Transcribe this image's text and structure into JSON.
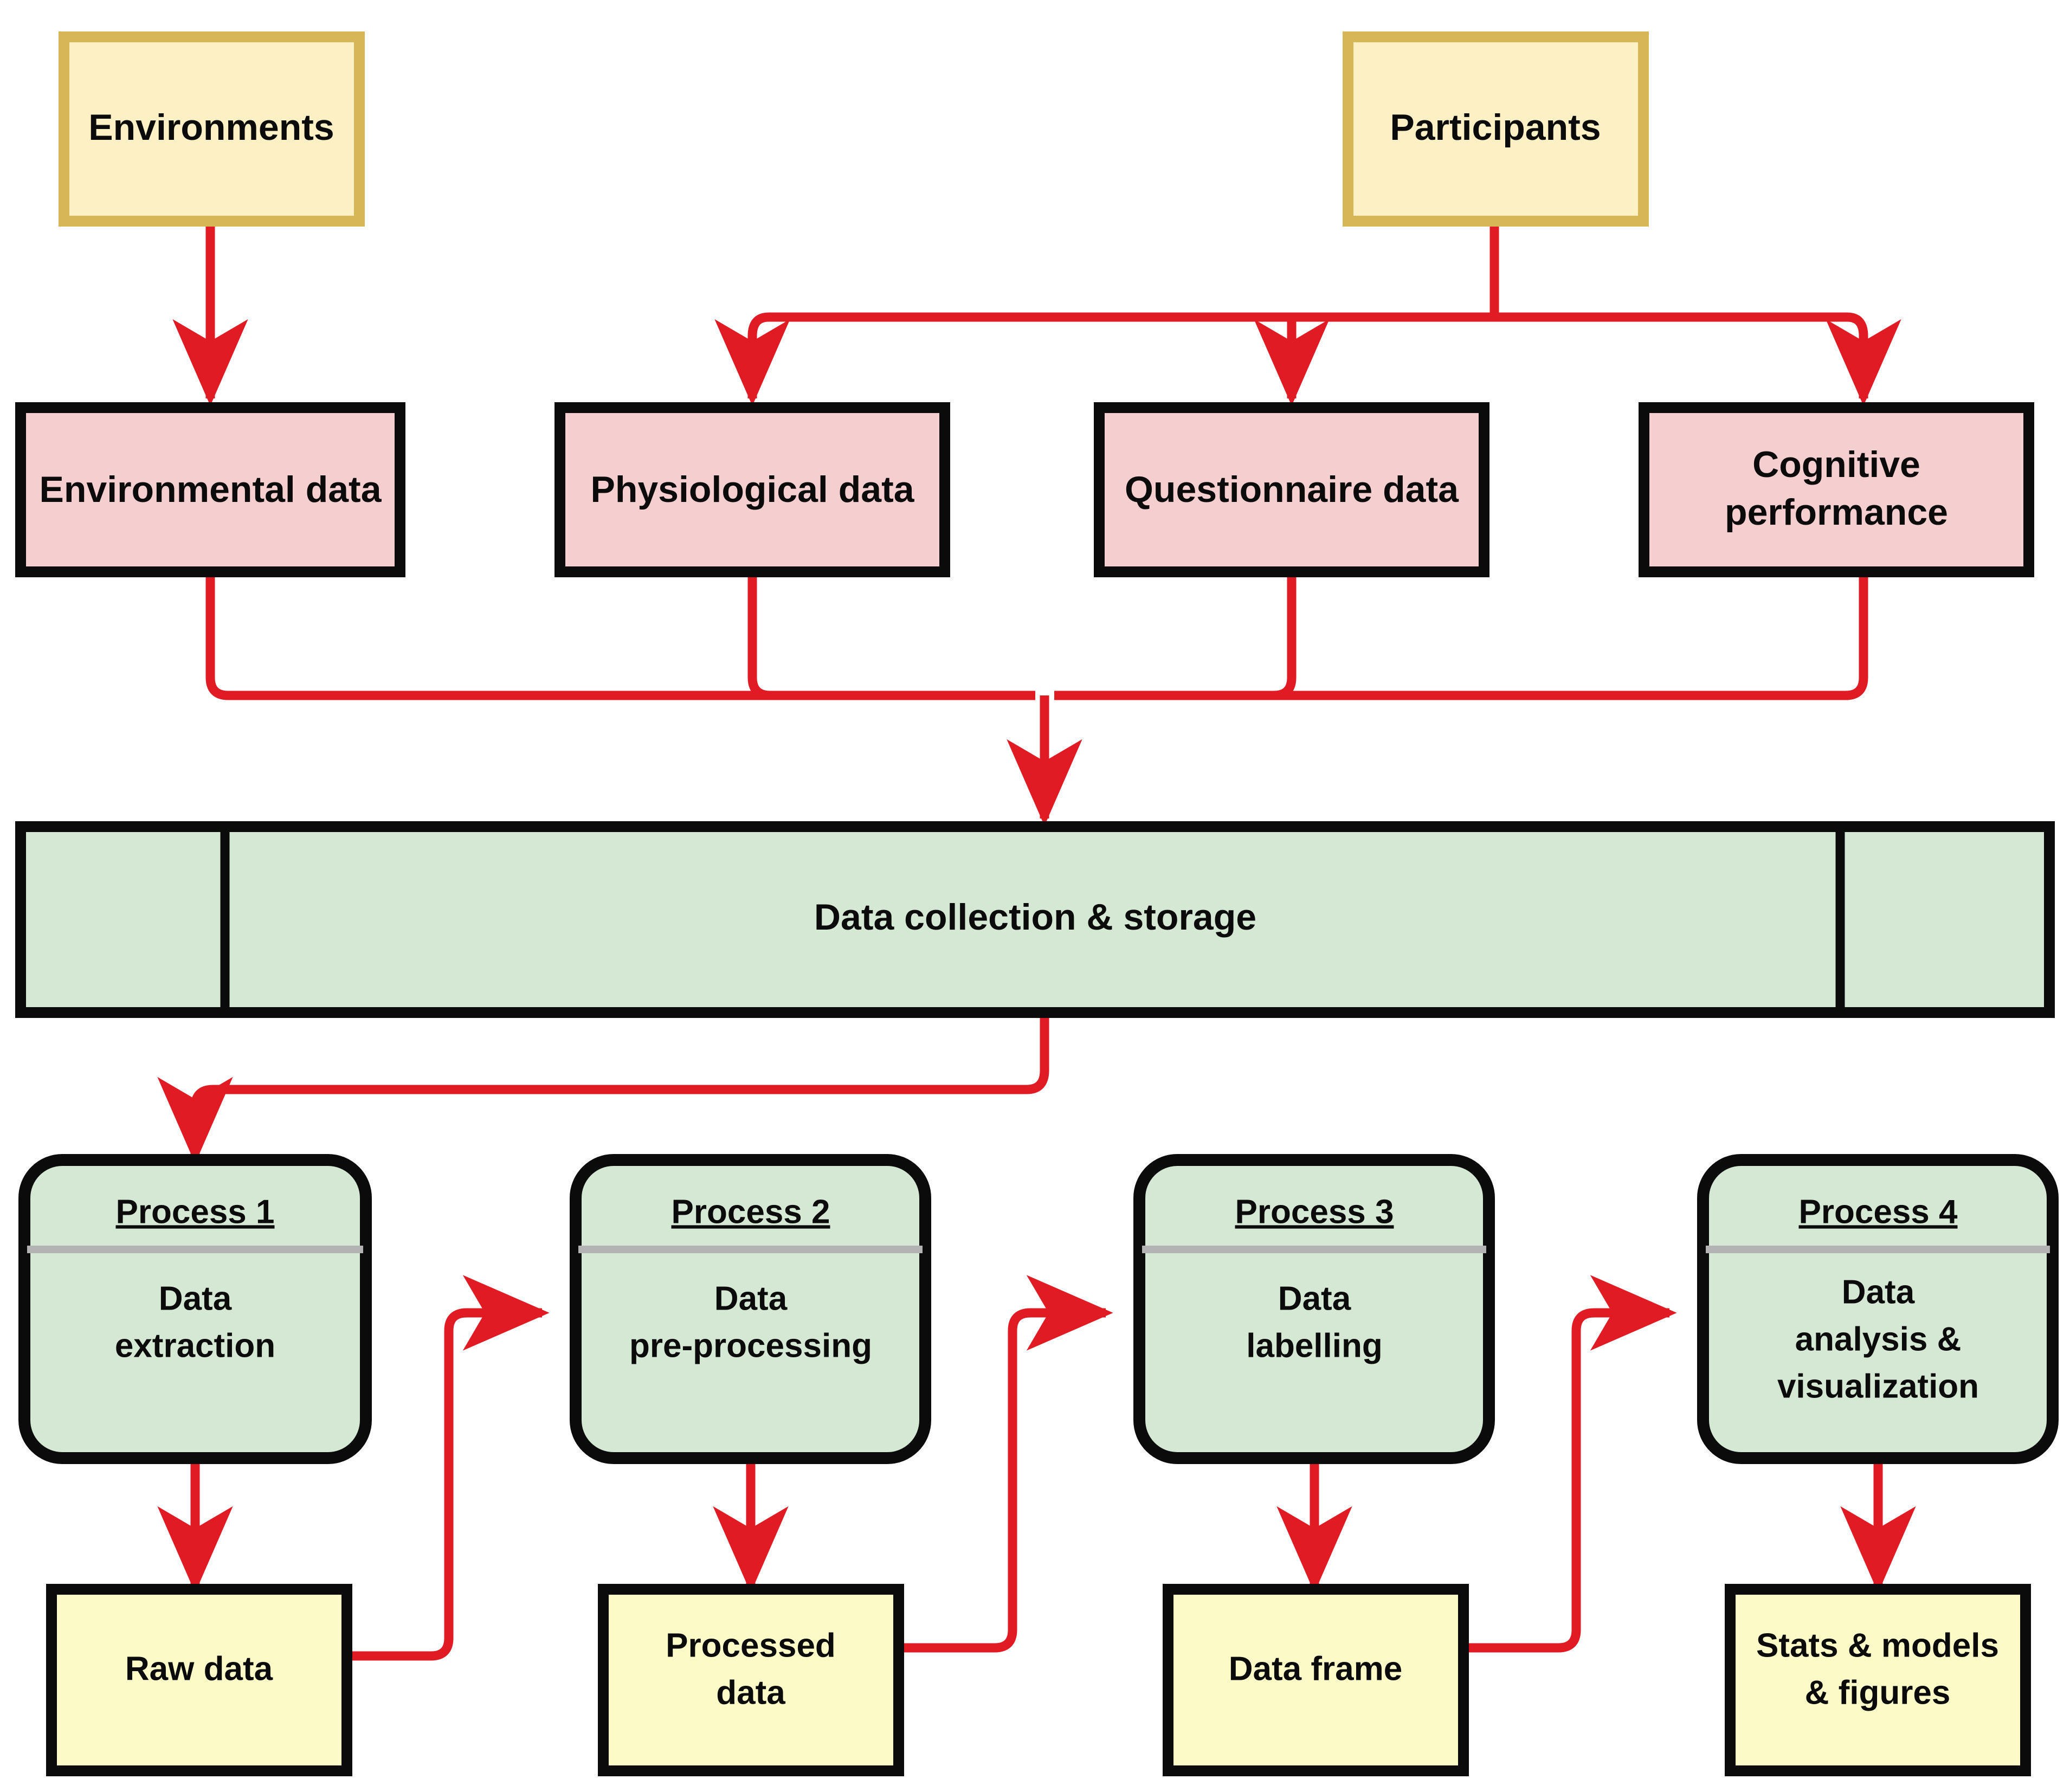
{
  "colors": {
    "source_fill": "#fdf0c4",
    "source_stroke": "#d6b656",
    "data_fill": "#f5cfcf",
    "data_stroke": "#0b0b0b",
    "storage_fill": "#d5e8d4",
    "storage_stroke": "#0b0b0b",
    "process_fill": "#d5e8d4",
    "process_stroke": "#0b0b0b",
    "artifact_fill": "#fcfbc8",
    "artifact_stroke": "#0b0b0b",
    "arrow": "#e01b24",
    "divider": "#b3b3b3"
  },
  "sources": [
    {
      "id": "environments",
      "label": "Environments"
    },
    {
      "id": "participants",
      "label": "Participants"
    }
  ],
  "data_nodes": [
    {
      "id": "environmental-data",
      "lines": [
        "Environmental data"
      ]
    },
    {
      "id": "physiological-data",
      "lines": [
        "Physiological data"
      ]
    },
    {
      "id": "questionnaire-data",
      "lines": [
        "Questionnaire data"
      ]
    },
    {
      "id": "cognitive-performance",
      "lines": [
        "Cognitive",
        "performance"
      ]
    }
  ],
  "storage": {
    "id": "data-collection-storage",
    "label": "Data collection & storage"
  },
  "processes": [
    {
      "id": "process-1",
      "title": "Process 1",
      "body": [
        "Data",
        "extraction"
      ]
    },
    {
      "id": "process-2",
      "title": "Process 2",
      "body": [
        "Data",
        "pre-processing"
      ]
    },
    {
      "id": "process-3",
      "title": "Process 3",
      "body": [
        "Data",
        "labelling"
      ]
    },
    {
      "id": "process-4",
      "title": "Process 4",
      "body": [
        "Data",
        "analysis &",
        "visualization"
      ]
    }
  ],
  "artifacts": [
    {
      "id": "raw-data",
      "lines": [
        "Raw data"
      ]
    },
    {
      "id": "processed-data",
      "lines": [
        "Processed",
        "data"
      ]
    },
    {
      "id": "data-frame",
      "lines": [
        "Data frame"
      ]
    },
    {
      "id": "stats-models-figures",
      "lines": [
        "Stats & models",
        "& figures"
      ]
    }
  ]
}
